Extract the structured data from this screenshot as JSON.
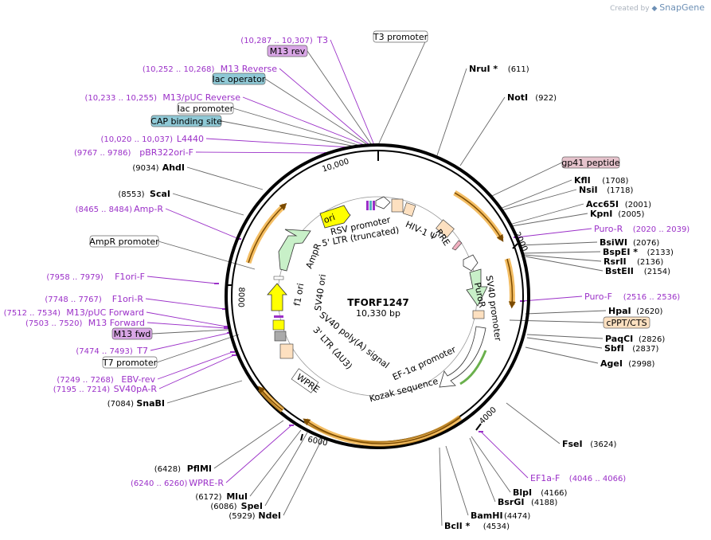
{
  "credit": {
    "prefix": "Created by",
    "brand": "SnapGene"
  },
  "plasmid": {
    "name": "TFORF1247",
    "length": "10,330 bp"
  },
  "ticks": [
    "10,000",
    "2000",
    "4000",
    "6000",
    "8000"
  ],
  "colors": {
    "primer": "#9b30c8",
    "feature_arrow": "#f0a830",
    "black": "#000000"
  },
  "labels": [
    {
      "id": "t3",
      "pos": "(10,287 .. 10,307)",
      "name": "T3",
      "kind": "primer"
    },
    {
      "id": "m13rev",
      "name": "M13 rev",
      "kind": "box",
      "color": "#d9a6e6"
    },
    {
      "id": "t3prom",
      "name": "T3 promoter",
      "kind": "box",
      "color": "#ffffff"
    },
    {
      "id": "m13reverse",
      "pos": "(10,252 .. 10,268)",
      "name": "M13 Reverse",
      "kind": "primer"
    },
    {
      "id": "lacop",
      "name": "lac operator",
      "kind": "box",
      "color": "#8fc9d6"
    },
    {
      "id": "m13pucrev",
      "pos": "(10,233 .. 10,255)",
      "name": "M13/pUC Reverse",
      "kind": "primer"
    },
    {
      "id": "lacprom",
      "name": "lac promoter",
      "kind": "box",
      "color": "#ffffff"
    },
    {
      "id": "cap",
      "name": "CAP binding site",
      "kind": "box",
      "color": "#8fc9d6"
    },
    {
      "id": "l4440",
      "pos": "(10,020 .. 10,037)",
      "name": "L4440",
      "kind": "primer"
    },
    {
      "id": "pbr",
      "pos": "(9767 .. 9786)",
      "name": "pBR322ori-F",
      "kind": "primer"
    },
    {
      "id": "ahdi",
      "pos": "(9034)",
      "name": "AhdI",
      "kind": "enzyme"
    },
    {
      "id": "scai",
      "pos": "(8553)",
      "name": "ScaI",
      "kind": "enzyme"
    },
    {
      "id": "ampr",
      "pos": "(8465 .. 8484)",
      "name": "Amp-R",
      "kind": "primer"
    },
    {
      "id": "amprprom",
      "name": "AmpR promoter",
      "kind": "box",
      "color": "#ffffff"
    },
    {
      "id": "f1orif",
      "pos": "(7958 .. 7979)",
      "name": "F1ori-F",
      "kind": "primer"
    },
    {
      "id": "f1orir",
      "pos": "(7748 .. 7767)",
      "name": "F1ori-R",
      "kind": "primer"
    },
    {
      "id": "m13pucfwd",
      "pos": "(7512 .. 7534)",
      "name": "M13/pUC Forward",
      "kind": "primer"
    },
    {
      "id": "m13forward",
      "pos": "(7503 .. 7520)",
      "name": "M13 Forward",
      "kind": "primer"
    },
    {
      "id": "m13fwd",
      "name": "M13 fwd",
      "kind": "box",
      "color": "#d9a6e6"
    },
    {
      "id": "t7",
      "pos": "(7474 .. 7493)",
      "name": "T7",
      "kind": "primer"
    },
    {
      "id": "t7prom",
      "name": "T7 promoter",
      "kind": "box",
      "color": "#ffffff"
    },
    {
      "id": "ebvrev",
      "pos": "(7249 .. 7268)",
      "name": "EBV-rev",
      "kind": "primer"
    },
    {
      "id": "sv40pa",
      "pos": "(7195 .. 7214)",
      "name": "SV40pA-R",
      "kind": "primer"
    },
    {
      "id": "snabi",
      "pos": "(7084)",
      "name": "SnaBI",
      "kind": "enzyme"
    },
    {
      "id": "pflmi",
      "pos": "(6428)",
      "name": "PflMI",
      "kind": "enzyme"
    },
    {
      "id": "wprer",
      "pos": "(6240 .. 6260)",
      "name": "WPRE-R",
      "kind": "primer"
    },
    {
      "id": "mlui",
      "pos": "(6172)",
      "name": "MluI",
      "kind": "enzyme"
    },
    {
      "id": "spei",
      "pos": "(6086)",
      "name": "SpeI",
      "kind": "enzyme"
    },
    {
      "id": "ndei",
      "pos": "(5929)",
      "name": "NdeI",
      "kind": "enzyme"
    },
    {
      "id": "nrui",
      "name": "NruI *",
      "pos": "(611)",
      "kind": "enzyme"
    },
    {
      "id": "noti",
      "name": "NotI",
      "pos": "(922)",
      "kind": "enzyme"
    },
    {
      "id": "gp41",
      "name": "gp41 peptide",
      "kind": "box",
      "color": "#e6c3cc"
    },
    {
      "id": "kfli",
      "name": "KflI",
      "pos": "(1708)",
      "kind": "enzyme"
    },
    {
      "id": "nsii",
      "name": "NsiI",
      "pos": "(1718)",
      "kind": "enzyme"
    },
    {
      "id": "acc65i",
      "name": "Acc65I",
      "pos": "(2001)",
      "kind": "enzyme"
    },
    {
      "id": "kpni",
      "name": "KpnI",
      "pos": "(2005)",
      "kind": "enzyme"
    },
    {
      "id": "puror",
      "name": "Puro-R",
      "pos": "(2020 .. 2039)",
      "kind": "primer"
    },
    {
      "id": "bsiwi",
      "name": "BsiWI",
      "pos": "(2076)",
      "kind": "enzyme"
    },
    {
      "id": "bspei",
      "name": "BspEI *",
      "pos": "(2133)",
      "kind": "enzyme"
    },
    {
      "id": "rsrii",
      "name": "RsrII",
      "pos": "(2136)",
      "kind": "enzyme"
    },
    {
      "id": "bsteii",
      "name": "BstEII",
      "pos": "(2154)",
      "kind": "enzyme"
    },
    {
      "id": "purof",
      "name": "Puro-F",
      "pos": "(2516 .. 2536)",
      "kind": "primer"
    },
    {
      "id": "hpai",
      "name": "HpaI",
      "pos": "(2620)",
      "kind": "enzyme"
    },
    {
      "id": "cppt",
      "name": "cPPT/CTS",
      "kind": "box",
      "color": "#fde0c0"
    },
    {
      "id": "paqci",
      "name": "PaqCI",
      "pos": "(2826)",
      "kind": "enzyme"
    },
    {
      "id": "sbfi",
      "name": "SbfI",
      "pos": "(2837)",
      "kind": "enzyme"
    },
    {
      "id": "agei",
      "name": "AgeI",
      "pos": "(2998)",
      "kind": "enzyme"
    },
    {
      "id": "fsei",
      "name": "FseI",
      "pos": "(3624)",
      "kind": "enzyme"
    },
    {
      "id": "ef1af",
      "name": "EF1a-F",
      "pos": "(4046 .. 4066)",
      "kind": "primer"
    },
    {
      "id": "blpi",
      "name": "BlpI",
      "pos": "(4166)",
      "kind": "enzyme"
    },
    {
      "id": "bsrgi",
      "name": "BsrGI",
      "pos": "(4188)",
      "kind": "enzyme"
    },
    {
      "id": "bamhi",
      "name": "BamHI",
      "pos": "(4474)",
      "kind": "enzyme"
    },
    {
      "id": "bcli",
      "name": "BclI *",
      "pos": "(4534)",
      "kind": "enzyme"
    }
  ],
  "inner_features": {
    "ori": "ori",
    "rsv": "RSV promoter",
    "ltr5": "5' LTR (truncated)",
    "hiv": "HIV-1 Ψ",
    "rre": "RRE",
    "ampr": "AmpR",
    "f1ori": "f1 ori",
    "sv40ori": "SV40 ori",
    "puror": "PuroR",
    "sv40prom": "SV40 promoter",
    "ef1a": "EF-1α promoter",
    "kozak": "Kozak sequence",
    "sv40pa": "SV40 poly(A) signal",
    "ltr3": "3' LTR (ΔU3)",
    "wpre": "WPRE"
  }
}
